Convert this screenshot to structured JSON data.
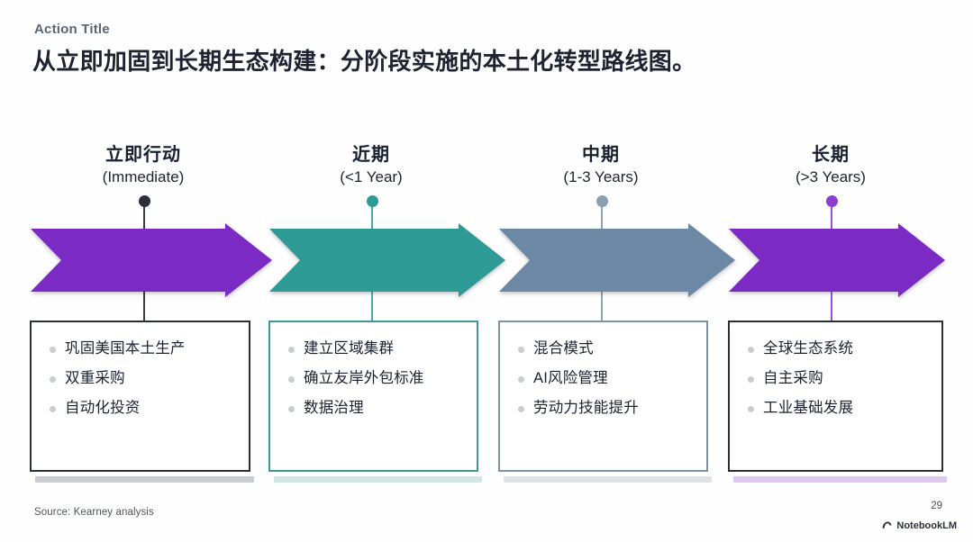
{
  "header": {
    "eyebrow": "Action Title",
    "headline": "从立即加固到长期生态构建：分阶段实施的本土化转型路线图。"
  },
  "phases": [
    {
      "title_cn": "立即行动",
      "title_en": "(Immediate)",
      "accent": "#7B2BC4",
      "dot_color": "#2b2f38",
      "stem_color": "#3a3f48",
      "box_border": "#2b3038",
      "shadow_bar": "#c9cdd2",
      "bullets": [
        "巩固美国本土生产",
        "双重采购",
        "自动化投资"
      ]
    },
    {
      "title_cn": "近期",
      "title_en": "(<1 Year)",
      "accent": "#2E9A96",
      "dot_color": "#2E9A96",
      "stem_color": "#4aa8a4",
      "box_border": "#3d9b97",
      "shadow_bar": "#cfe8e5",
      "bullets": [
        "建立区域集群",
        "确立友岸外包标准",
        "数据治理"
      ]
    },
    {
      "title_cn": "中期",
      "title_en": "(1-3 Years)",
      "accent": "#6C88A4",
      "dot_color": "#8b9fb1",
      "stem_color": "#90a3b4",
      "box_border": "#7f93a6",
      "shadow_bar": "#dfe3e7",
      "bullets": [
        "混合模式",
        "AI风险管理",
        "劳动力技能提升"
      ]
    },
    {
      "title_cn": "长期",
      "title_en": "(>3 Years)",
      "accent": "#7B2BC4",
      "dot_color": "#8b3fd0",
      "stem_color": "#9a52d8",
      "box_border": "#2b3038",
      "shadow_bar": "#dfc8ef",
      "bullets": [
        "全球生态系统",
        "自主采购",
        "工业基础发展"
      ]
    }
  ],
  "footer": {
    "source": "Source: Kearney analysis",
    "page_number": "29",
    "brand": "NotebookLM",
    "brand_icon": "notebooklm-logo-icon"
  }
}
